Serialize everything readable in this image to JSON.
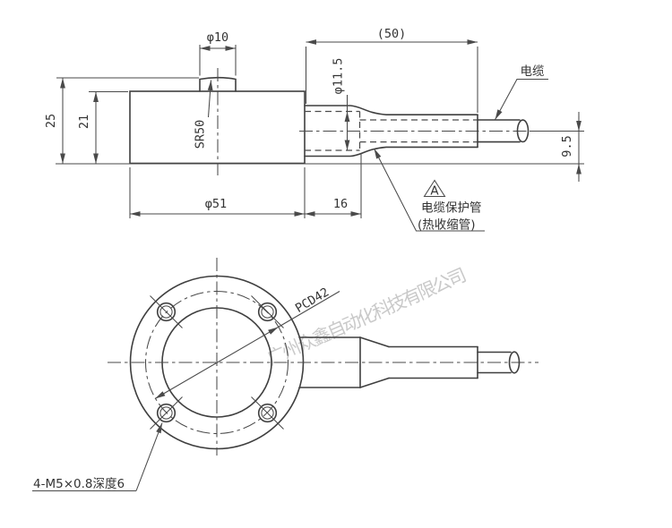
{
  "side_view": {
    "dims": {
      "boss_diameter": "φ10",
      "cable_length": "(50)",
      "tube_diameter": "φ11.5",
      "total_height": "25",
      "body_height": "21",
      "sphere_radius": "SR50",
      "body_diameter": "φ51",
      "tube_length": "16",
      "cable_offset": "9.5"
    },
    "labels": {
      "cable": "电缆",
      "note_marker": "A",
      "protect_line1": "电缆保护管",
      "protect_line2": "(热收缩管)"
    }
  },
  "bottom_view": {
    "dims": {
      "pitch_circle": "PCD42"
    },
    "labels": {
      "mounting_holes": "4-M5×0.8深度6"
    }
  },
  "watermark": "广州众鑫自动化科技有限公司",
  "colors": {
    "line": "#3f3f3f",
    "thin_line": "#4a4a4a",
    "text": "#333333",
    "watermark": "#c4c4c4",
    "background": "#ffffff"
  }
}
